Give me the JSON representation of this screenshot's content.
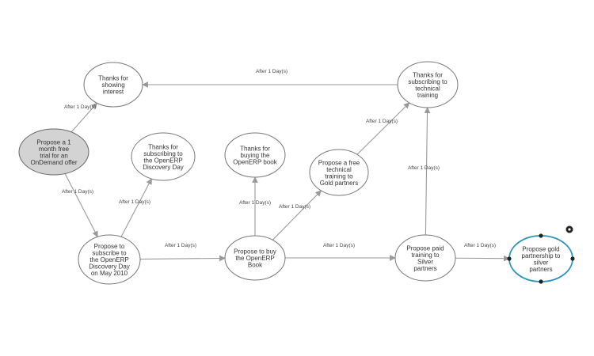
{
  "colors": {
    "node_fill": "#ffffff",
    "start_fill": "#d3d3d3",
    "selected_stroke": "#2a93b8",
    "edge": "#999999",
    "handle": "#222222"
  },
  "icons": {
    "badge": "gear-icon"
  },
  "nodes": [
    {
      "id": "thanks-interest",
      "lines": [
        "Thanks for",
        "showing",
        "interest"
      ]
    },
    {
      "id": "propose-ondemand",
      "lines": [
        "Propose a 1",
        "month free",
        "trial for an",
        "OnDemand offer"
      ],
      "state": "start"
    },
    {
      "id": "thanks-discovery",
      "lines": [
        "Thanks for",
        "subscribing to",
        "the OpenERP",
        "Discovery Day"
      ]
    },
    {
      "id": "subscribe-discovery",
      "lines": [
        "Propose to",
        "subscribe to",
        "the OpenERP",
        "Discovery Day",
        "on May 2010"
      ]
    },
    {
      "id": "thanks-book",
      "lines": [
        "Thanks for",
        "buying the",
        "OpenERP book"
      ]
    },
    {
      "id": "buy-book",
      "lines": [
        "Propose to buy",
        "the OpenERP",
        "Book"
      ]
    },
    {
      "id": "free-training",
      "lines": [
        "Propose a free",
        "technical",
        "training to",
        "Gold partners"
      ]
    },
    {
      "id": "thanks-training",
      "lines": [
        "Thanks for",
        "subscribing to",
        "technical",
        "training"
      ]
    },
    {
      "id": "paid-training",
      "lines": [
        "Propose paid",
        "training to",
        "Silver",
        "partners"
      ]
    },
    {
      "id": "gold-partnership",
      "lines": [
        "Propose gold",
        "partnership to",
        "silver",
        "partners"
      ],
      "state": "selected"
    }
  ],
  "edges": [
    {
      "from": "propose-ondemand",
      "to": "thanks-interest",
      "label": "After 1 Day(s)"
    },
    {
      "from": "propose-ondemand",
      "to": "subscribe-discovery",
      "label": "After 1 Day(s)"
    },
    {
      "from": "subscribe-discovery",
      "to": "thanks-discovery",
      "label": "After 1 Day(s)"
    },
    {
      "from": "subscribe-discovery",
      "to": "buy-book",
      "label": "After 1 Day(s)"
    },
    {
      "from": "buy-book",
      "to": "thanks-book",
      "label": "After 1 Day(s)"
    },
    {
      "from": "buy-book",
      "to": "free-training",
      "label": "After 1 Day(s)"
    },
    {
      "from": "free-training",
      "to": "thanks-training",
      "label": "After 1 Day(s)"
    },
    {
      "from": "buy-book",
      "to": "paid-training",
      "label": "After 1 Day(s)"
    },
    {
      "from": "paid-training",
      "to": "thanks-training",
      "label": "After 1 Day(s)"
    },
    {
      "from": "paid-training",
      "to": "gold-partnership",
      "label": "After 1 Day(s)"
    },
    {
      "from": "thanks-training",
      "to": "thanks-interest",
      "label": "After 1 Day(s)"
    }
  ]
}
